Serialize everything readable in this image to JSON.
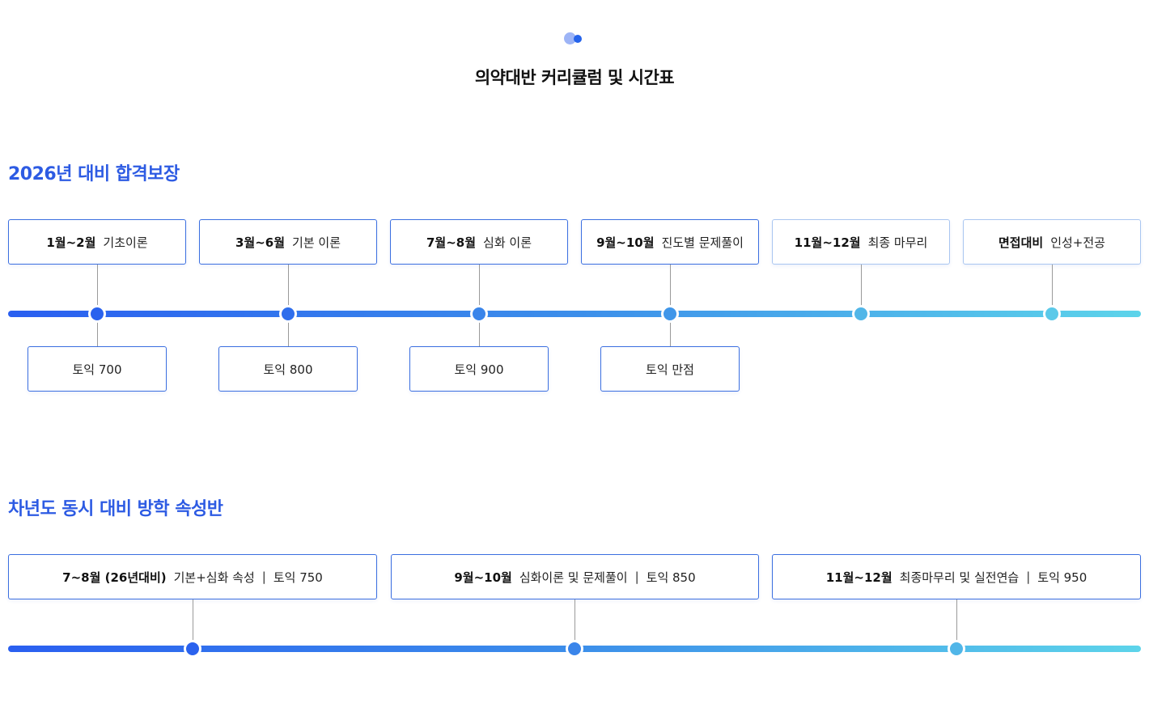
{
  "header": {
    "title": "의약대반 커리큘럼 및 시간표"
  },
  "section1": {
    "title": "2026년 대비 합격보장",
    "stages": [
      {
        "period": "1월~2월",
        "desc": "기초이론"
      },
      {
        "period": "3월~6월",
        "desc": "기본 이론"
      },
      {
        "period": "7월~8월",
        "desc": "심화 이론"
      },
      {
        "period": "9월~10월",
        "desc": "진도별 문제풀이"
      },
      {
        "period": "11월~12월",
        "desc": "최종 마무리"
      },
      {
        "period": "면접대비",
        "desc": "인성+전공"
      }
    ],
    "scores": [
      "토익 700",
      "토익 800",
      "토익 900",
      "토익 만점"
    ]
  },
  "section2": {
    "title": "차년도 동시 대비 방학 속성반",
    "stages": [
      {
        "period": "7~8월 (26년대비)",
        "desc": "기본+심화 속성",
        "score": "토익 750"
      },
      {
        "period": "9월~10월",
        "desc": "심화이론 및 문제풀이",
        "score": "토익 850"
      },
      {
        "period": "11월~12월",
        "desc": "최종마무리 및 실전연습",
        "score": "토익 950"
      }
    ]
  },
  "colors": {
    "accent": "#2d5be3",
    "gradient_start": "#2a5ff0",
    "gradient_end": "#5dd4ea",
    "dot_colors_s1": [
      "#2a62ee",
      "#2f6eec",
      "#3a85ea",
      "#3f96e9",
      "#51b6e8",
      "#5bc9e9"
    ],
    "dot_colors_s2": [
      "#2a62ee",
      "#3a85ea",
      "#51b6e8"
    ]
  }
}
